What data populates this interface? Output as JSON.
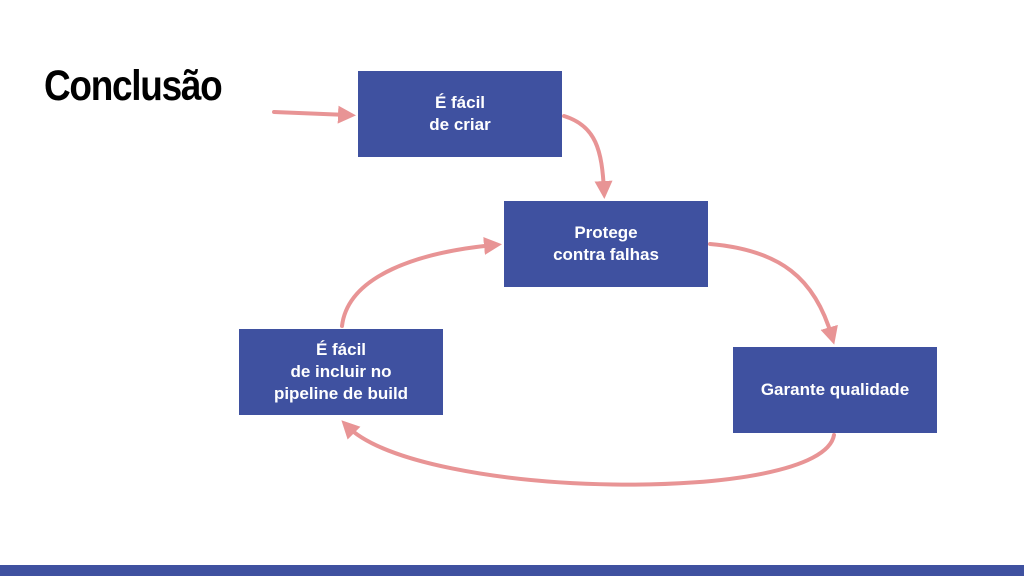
{
  "slide": {
    "title": "Conclusão"
  },
  "diagram": {
    "nodes": {
      "easy_to_create": {
        "lines": [
          "É fácil",
          "de criar"
        ]
      },
      "protects": {
        "lines": [
          "Protege",
          "contra falhas"
        ]
      },
      "quality": {
        "lines": [
          "Garante qualidade"
        ]
      },
      "pipeline": {
        "lines": [
          "É fácil",
          "de incluir no",
          "pipeline de build"
        ]
      }
    },
    "edges": [
      {
        "from": "entry",
        "to": "easy_to_create"
      },
      {
        "from": "easy_to_create",
        "to": "protects"
      },
      {
        "from": "protects",
        "to": "quality"
      },
      {
        "from": "quality",
        "to": "pipeline"
      },
      {
        "from": "pipeline",
        "to": "protects"
      }
    ]
  },
  "colors": {
    "box_fill": "#3f51a0",
    "box_text": "#ffffff",
    "arrow": "#e89495",
    "footer_bar": "#3f51a0",
    "title": "#000000"
  }
}
